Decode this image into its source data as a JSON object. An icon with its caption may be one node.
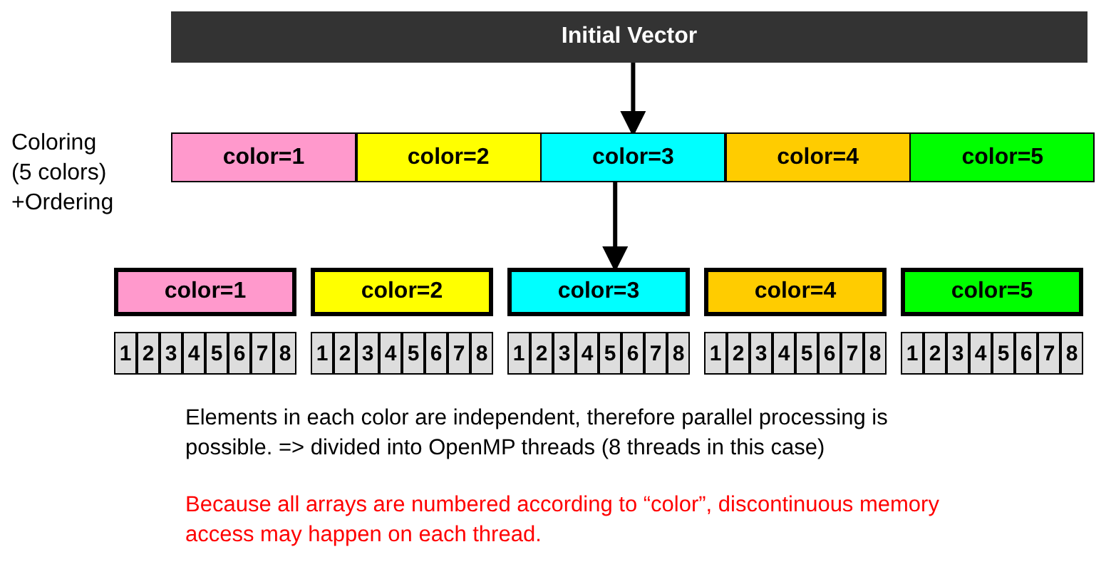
{
  "diagram": {
    "nodes": [
      {
        "text": [
          "Initial Vector"
        ]
      },
      {
        "text": [
          "color=1"
        ]
      },
      {
        "text": [
          "color=2"
        ]
      },
      {
        "text": [
          "color=3"
        ]
      },
      {
        "text": [
          "color=4"
        ]
      },
      {
        "text": [
          "color=5"
        ]
      },
      {
        "text": [
          "color=1"
        ]
      },
      {
        "text": [
          "color=2"
        ]
      },
      {
        "text": [
          "color=3"
        ]
      },
      {
        "text": [
          "color=4"
        ]
      },
      {
        "text": [
          "color=5"
        ]
      }
    ],
    "edges": [
      {
        "from": 0,
        "to": 3,
        "arrow": "to"
      },
      {
        "from": 3,
        "to": 8,
        "arrow": "to"
      }
    ],
    "labels": [
      "Coloring (5 colors) +Ordering",
      "1",
      "2",
      "3",
      "4",
      "5",
      "6",
      "7",
      "8",
      "1",
      "2",
      "3",
      "4",
      "5",
      "6",
      "7",
      "8",
      "1",
      "2",
      "3",
      "4",
      "5",
      "6",
      "7",
      "8",
      "1",
      "2",
      "3",
      "4",
      "5",
      "6",
      "7",
      "8",
      "1",
      "2",
      "3",
      "4",
      "5",
      "6",
      "7",
      "8",
      "Elements in each color are independent, therefore parallel processing is possible. => divided into OpenMP threads (8 threads in this case)",
      "Because all arrays are numbered according to “color”, discontinuous memory access may happen on each thread."
    ]
  }
}
